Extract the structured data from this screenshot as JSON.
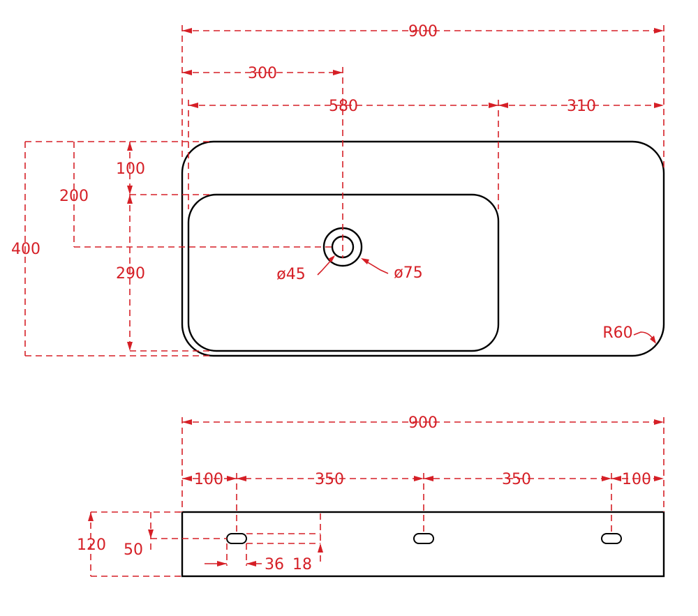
{
  "colors": {
    "dimension": "#d51f26",
    "outline": "#000000",
    "background": "#ffffff"
  },
  "top_view": {
    "overall_width": "900",
    "drain_offset": "300",
    "basin_width": "580",
    "deck_width": "310",
    "overall_depth": "400",
    "drain_from_back": "200",
    "back_ledge": "100",
    "basin_depth": "290",
    "drain_inner_dia": "ø45",
    "drain_outer_dia": "ø75",
    "corner_radius": "R60"
  },
  "front_view": {
    "overall_width": "900",
    "edge_left": "100",
    "spacing_left": "350",
    "spacing_right": "350",
    "edge_right": "100",
    "height": "120",
    "slot_height_pos": "50",
    "slot_length": "36",
    "slot_width": "18"
  }
}
